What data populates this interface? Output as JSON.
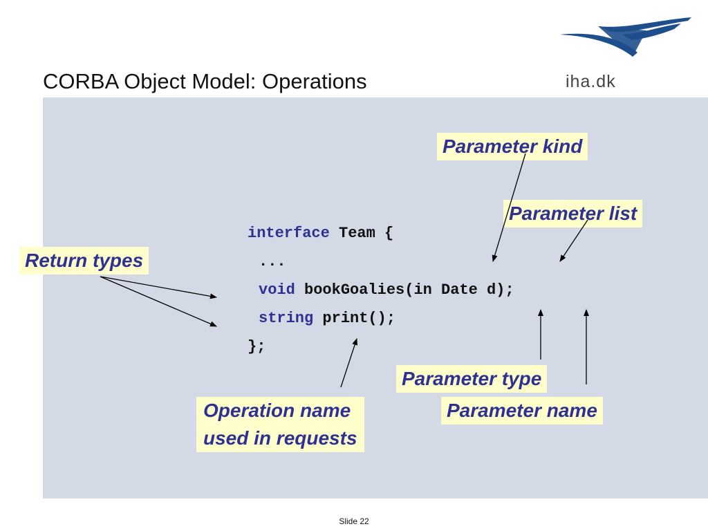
{
  "slide": {
    "title": "CORBA Object Model: Operations",
    "logo_text": "iha.dk",
    "footer": "Slide 22"
  },
  "code": {
    "line1_kw": "interface",
    "line1_rest": " Team {",
    "line2": "...",
    "line3_kw": "void",
    "line3_rest": " bookGoalies(in Date d);",
    "line4_kw": "string",
    "line4_rest": " print();",
    "line5": "};"
  },
  "callouts": {
    "parameter_kind": "Parameter kind",
    "parameter_list": "Parameter list",
    "return_types": "Return types",
    "parameter_type": "Parameter type",
    "operation_name_line1": "Operation name",
    "operation_name_line2": "used in requests",
    "parameter_name": "Parameter name"
  },
  "colors": {
    "panel": "#d4d9e6",
    "callout_bg": "#ffffcc",
    "callout_text": "#2e3192",
    "keyword": "#2e3192",
    "logo": "#1f4e8c"
  }
}
